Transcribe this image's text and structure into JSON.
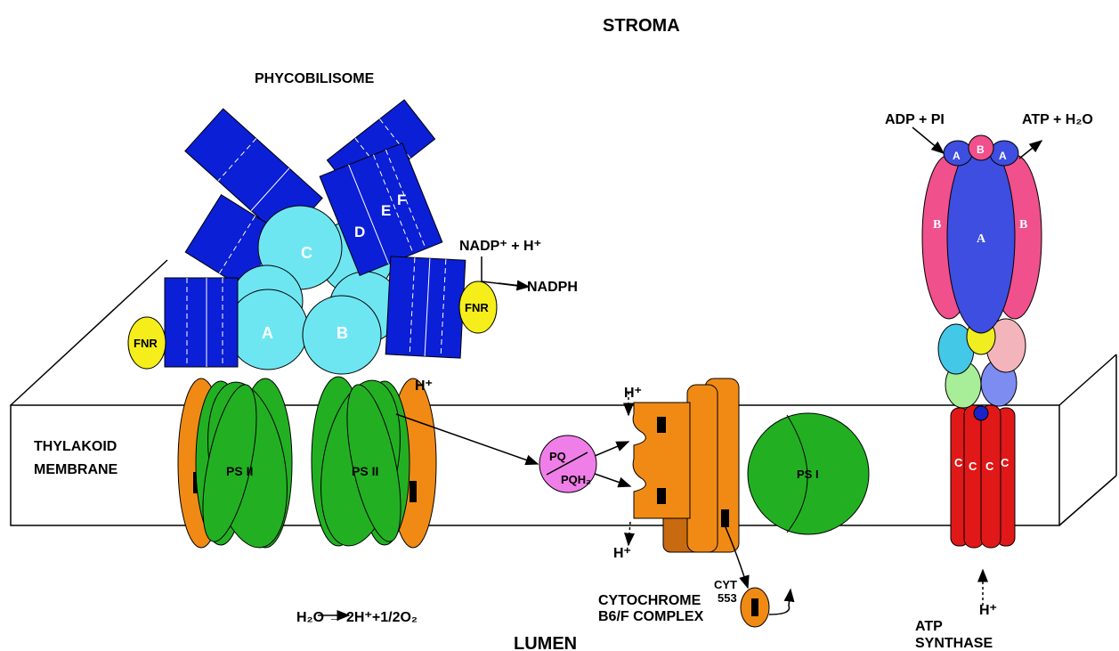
{
  "labels": {
    "stroma": "STROMA",
    "lumen": "LUMEN",
    "phycobilisome": "PHYCOBILISOME",
    "thylakoid_line1": "THYLAKOID",
    "thylakoid_line2": "MEMBRANE",
    "psii": "PS II",
    "psi": "PS I",
    "fnr": "FNR",
    "nadp": "NADP⁺ + H⁺",
    "nadph": "NADPH",
    "h_plus": "H⁺",
    "water_split": "H₂O → 2H⁺+1/2O₂",
    "pq": "PQ",
    "pqh2": "PQH₂",
    "cyt_complex_line1": "CYTOCHROME",
    "cyt_complex_line2": "B6/F COMPLEX",
    "cyt553_line1": "CYT",
    "cyt553_line2": "553",
    "adp_pi": "ADP + PI",
    "atp_h2o": "ATP + H₂O",
    "atp_synthase_line1": "ATP",
    "atp_synthase_line2": "SYNTHASE"
  },
  "phycobilisome_core": [
    "A",
    "B",
    "C"
  ],
  "phycobilisome_rods": [
    "D",
    "E",
    "F"
  ],
  "atp_synthase_subunits": {
    "top": [
      "A",
      "B",
      "A"
    ],
    "middle": [
      "B",
      "A",
      "B"
    ],
    "c_ring": [
      "C",
      "C",
      "C",
      "C"
    ]
  },
  "colors": {
    "rod_blue": "#0a1fd6",
    "core_cyan": "#6ee6f2",
    "fnr_yellow": "#f5ee1a",
    "psii_green": "#22b022",
    "orange": "#f08a14",
    "pq_pink": "#f07ee8",
    "atp_pink": "#f0508c",
    "atp_blue": "#3d4ee0",
    "atp_red": "#e01818"
  }
}
